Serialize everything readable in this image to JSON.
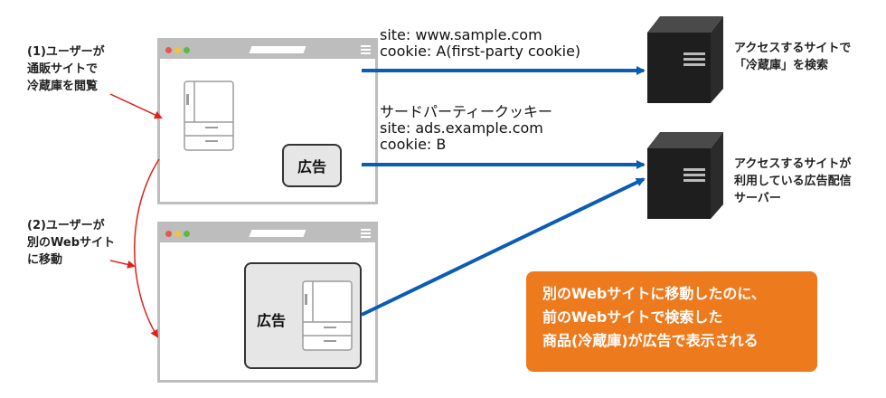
{
  "left": {
    "step1": [
      "(1)ユーザーが",
      "通販サイトで",
      "冷蔵庫を閲覧"
    ],
    "step2": [
      "(2)ユーザーが",
      "別のWebサイト",
      "に移動"
    ]
  },
  "ad_label_1": "広告",
  "ad_label_2": "広告",
  "first_request": [
    "site: www.sample.com",
    "cookie: A(first-party cookie)"
  ],
  "third_request": [
    "サードパーティークッキー",
    "site: ads.example.com",
    "cookie: B"
  ],
  "server1_label": [
    "アクセスするサイトで",
    "「冷蔵庫」を検索"
  ],
  "server2_label": [
    "アクセスするサイトが",
    "利用している広告配信",
    "サーバー"
  ],
  "callout": [
    "別のWebサイトに移動したのに、",
    "前のWebサイトで検索した",
    "商品(冷蔵庫)が広告で表示される"
  ],
  "colors": {
    "arrow_blue": "#0a5cb5",
    "step_arrow_red": "#e0201a",
    "callout_orange": "#ee7a1e",
    "window_border": "#bdbdbd",
    "server_dark": "#1e1e1e"
  }
}
